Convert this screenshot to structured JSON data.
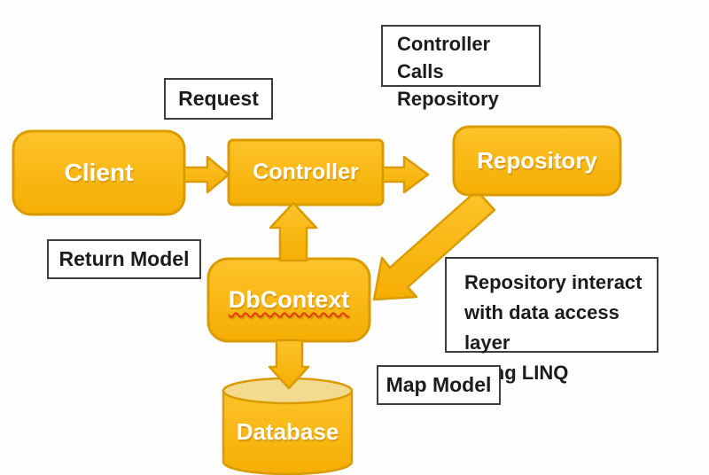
{
  "diagram": {
    "title": "",
    "colors": {
      "shape_fill_top": "#FDC32A",
      "shape_fill_bottom": "#F5AE03",
      "shape_stroke": "#D99C00",
      "cylinder_top_fill": "#F3DA8E",
      "node_text": "#FFFFFF",
      "note_border": "#3D3D3D",
      "note_text": "#1C1C1C",
      "spellcheck_squiggle": "#E03B00",
      "background": "#FEFEFE"
    },
    "nodes": [
      {
        "id": "client",
        "label": "Client",
        "shape": "rounded-rect"
      },
      {
        "id": "controller",
        "label": "Controller",
        "shape": "rect"
      },
      {
        "id": "repository",
        "label": "Repository",
        "shape": "rounded-rect"
      },
      {
        "id": "dbcontext",
        "label": "DbContext",
        "shape": "rounded-rect"
      },
      {
        "id": "database",
        "label": "Database",
        "shape": "cylinder"
      }
    ],
    "annotations": [
      {
        "id": "request",
        "lines": [
          "Request"
        ]
      },
      {
        "id": "controller-calls",
        "lines": [
          "Controller Calls",
          "Repository"
        ]
      },
      {
        "id": "return-model",
        "lines": [
          "Return Model"
        ]
      },
      {
        "id": "repo-interact",
        "lines": [
          "Repository interact",
          "with data access layer",
          "using LINQ"
        ]
      },
      {
        "id": "map-model",
        "lines": [
          "Map Model"
        ]
      }
    ],
    "arrows": [
      {
        "from": "client",
        "to": "controller",
        "direction": "right"
      },
      {
        "from": "controller",
        "to": "repository",
        "direction": "right"
      },
      {
        "from": "dbcontext",
        "to": "controller",
        "direction": "up"
      },
      {
        "from": "dbcontext",
        "to": "database",
        "direction": "down"
      },
      {
        "from": "repository",
        "to": "dbcontext",
        "direction": "down-left"
      }
    ]
  }
}
